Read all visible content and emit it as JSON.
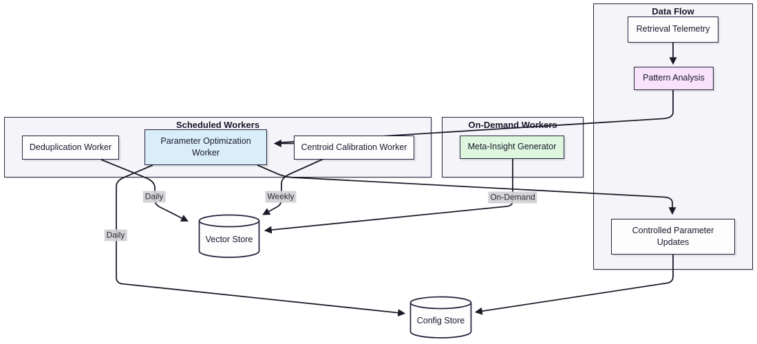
{
  "diagram": {
    "type": "flowchart",
    "subgraphs": {
      "scheduled": {
        "title": "Scheduled Workers"
      },
      "on_demand": {
        "title": "On-Demand Workers"
      },
      "data_flow": {
        "title": "Data Flow"
      }
    },
    "nodes": {
      "retrieval_telemetry": {
        "label": "Retrieval Telemetry",
        "fill": "#fdfdfe"
      },
      "pattern_analysis": {
        "label": "Pattern Analysis",
        "fill": "#f8e3fa"
      },
      "dedup_worker": {
        "label": "Deduplication Worker",
        "fill": "#fdfdfe"
      },
      "param_opt_worker": {
        "label": "Parameter Optimization Worker",
        "fill": "#daeefa"
      },
      "centroid_worker": {
        "label": "Centroid Calibration Worker",
        "fill": "#fdfdfe"
      },
      "meta_insight": {
        "label": "Meta-Insight Generator",
        "fill": "#def6de"
      },
      "controlled_updates": {
        "label": "Controlled Parameter Updates",
        "fill": "#fdfdfe"
      },
      "vector_store": {
        "label": "Vector Store",
        "shape": "cylinder"
      },
      "config_store": {
        "label": "Config Store",
        "shape": "cylinder"
      }
    },
    "edge_labels": {
      "daily_vector": "Daily",
      "weekly": "Weekly",
      "on_demand": "On-Demand",
      "daily_config": "Daily"
    },
    "edges": [
      {
        "from": "Retrieval Telemetry",
        "to": "Pattern Analysis",
        "label": ""
      },
      {
        "from": "Pattern Analysis",
        "to": "Parameter Optimization Worker",
        "label": ""
      },
      {
        "from": "Centroid Calibration Worker",
        "to": "Parameter Optimization Worker",
        "label": ""
      },
      {
        "from": "Deduplication Worker",
        "to": "Vector Store",
        "label": "Daily"
      },
      {
        "from": "Centroid Calibration Worker",
        "to": "Vector Store",
        "label": "Weekly"
      },
      {
        "from": "Meta-Insight Generator",
        "to": "Vector Store",
        "label": "On-Demand"
      },
      {
        "from": "Parameter Optimization Worker",
        "to": "Config Store",
        "label": "Daily"
      },
      {
        "from": "Parameter Optimization Worker",
        "to": "Controlled Parameter Updates",
        "label": ""
      },
      {
        "from": "Controlled Parameter Updates",
        "to": "Config Store",
        "label": ""
      }
    ],
    "colors": {
      "line": "#1b1b28",
      "node_border": "#20203a",
      "subgraph_bg": "#f5f5f9",
      "node_blue": "#daeefa",
      "node_pink": "#f8e3fa",
      "node_green": "#def6de",
      "edge_label_bg": "#d1d1d4"
    }
  }
}
